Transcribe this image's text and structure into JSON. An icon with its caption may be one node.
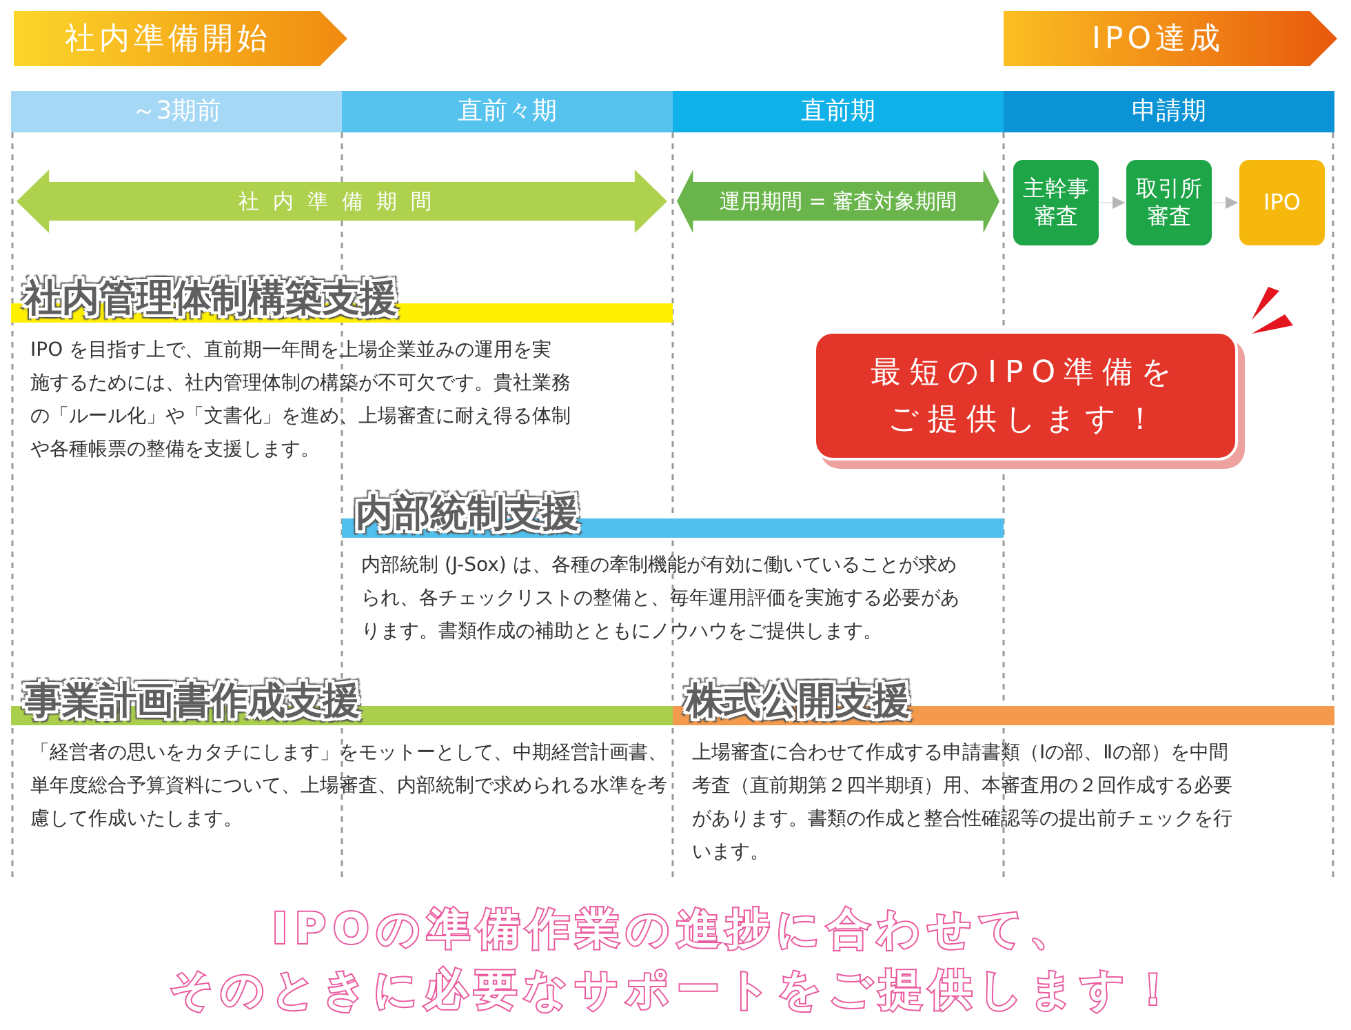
{
  "diagram": {
    "nodes": [
      {
        "text": [
          "社内準備開始"
        ]
      },
      {
        "text": [
          "IPO達成"
        ]
      },
      {
        "text": [
          "～3期前"
        ]
      },
      {
        "text": [
          "直前々期"
        ]
      },
      {
        "text": [
          "直前期"
        ]
      },
      {
        "text": [
          "申請期"
        ]
      },
      {
        "text": [
          "社内準備期間"
        ]
      },
      {
        "text": [
          "運用期間 = 審査対象期間"
        ]
      },
      {
        "text": [
          "主幹事審査"
        ]
      },
      {
        "text": [
          "取引所審査"
        ]
      },
      {
        "text": [
          "IPO"
        ]
      },
      {
        "text": [
          "最短のIPO準備をご提供します！"
        ]
      },
      {
        "text": [
          "社内管理体制構築支援",
          "IPO を目指す上で、直前期一年間を上場企業並みの運用を実施するためには、社内管理体制の構築が不可欠です。貴社業務の「ルール化」や「文書化」を進め、上場審査に耐え得る体制や各種帳票の整備を支援します。"
        ]
      },
      {
        "text": [
          "内部統制支援",
          "内部統制 (J-Sox) は、各種の牽制機能が有効に働いていることが求められ、各チェックリストの整備と、毎年運用評価を実施する必要があります。書類作成の補助とともにノウハウをご提供します。"
        ]
      },
      {
        "text": [
          "事業計画書作成支援",
          "「経営者の思いをカタチにします」をモットーとして、中期経営計画書、単年度総合予算資料について、上場審査、内部統制で求められる水準を考慮して作成いたします。"
        ]
      },
      {
        "text": [
          "株式公開支援",
          "上場審査に合わせて作成する申請書類（Ⅰの部、Ⅱの部）を中間考査（直前期第２四半期頃）用、本審査用の２回作成する必要があります。書類の作成と整合性確認等の提出前チェックを行います。"
        ]
      }
    ],
    "edges": [
      {
        "from": 8,
        "to": 9,
        "arrow": "to"
      },
      {
        "from": 9,
        "to": 10,
        "arrow": "to"
      }
    ],
    "labels": [
      "IPOの準備作業の進捗に合わせて、そのときに必要なサポートをご提供します！"
    ]
  }
}
